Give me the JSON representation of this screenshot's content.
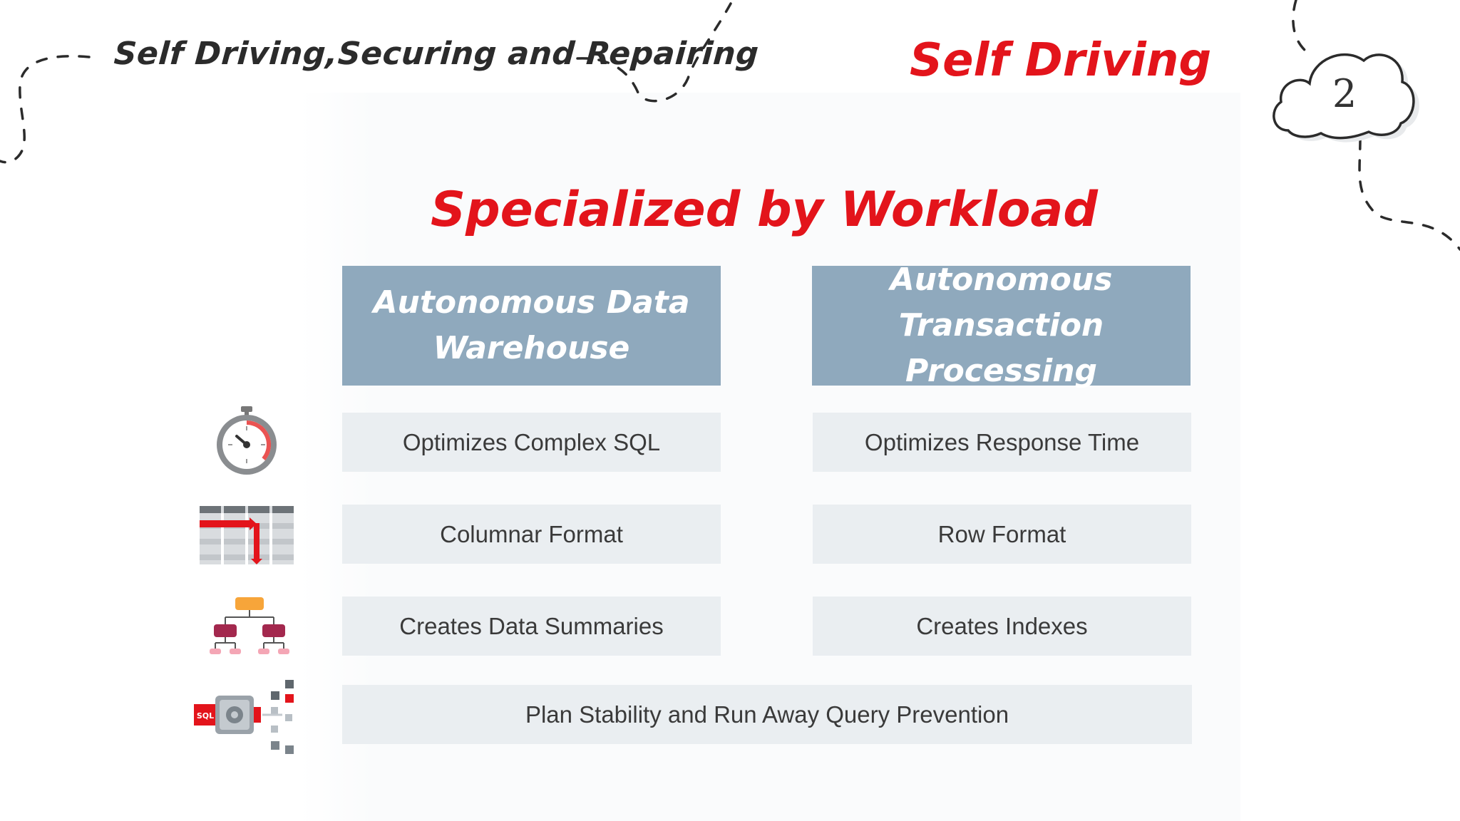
{
  "slide": {
    "top_left_title": "Self Driving,Securing and Repairing",
    "section_title": "Self Driving",
    "page_number": "2",
    "heading": "Specialized by Workload"
  },
  "columns": [
    {
      "header": "Autonomous Data Warehouse"
    },
    {
      "header": "Autonomous Transaction Processing"
    }
  ],
  "rows": [
    {
      "icon": "stopwatch-icon",
      "left": "Optimizes Complex SQL",
      "right": "Optimizes Response Time"
    },
    {
      "icon": "columnar-table-icon",
      "left": "Columnar Format",
      "right": "Row Format"
    },
    {
      "icon": "hierarchy-icon",
      "left": "Creates Data Summaries",
      "right": "Creates Indexes"
    }
  ],
  "spanning_row": {
    "icon": "sql-engine-icon",
    "text": "Plan Stability and Run Away Query Prevention"
  },
  "colors": {
    "accent_red": "#e3141b",
    "header_blue": "#8fa9bd",
    "cell_gray": "#eaeef1",
    "text_dark": "#3a3a3a"
  }
}
